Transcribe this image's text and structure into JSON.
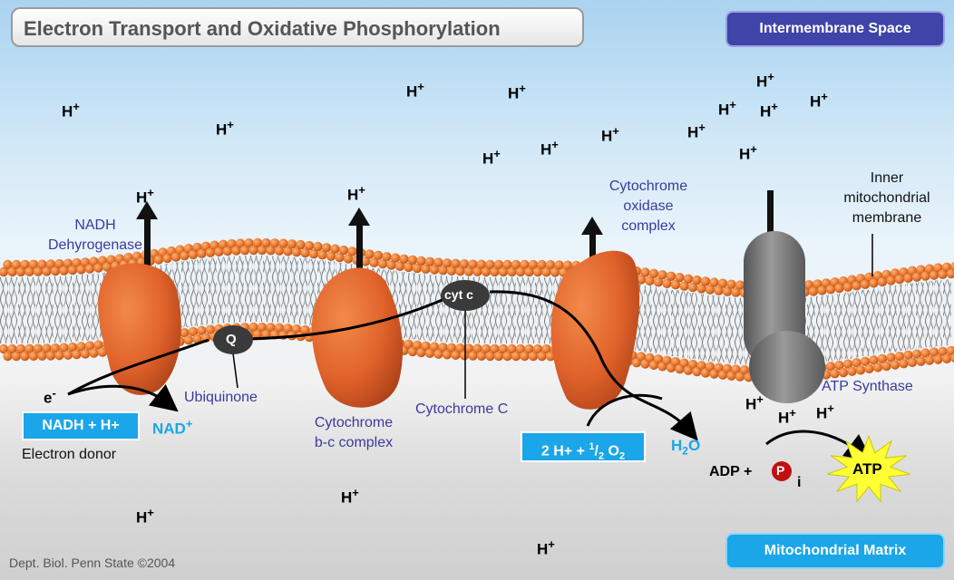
{
  "title": "Electron Transport and Oxidative Phosphorylation",
  "regions": {
    "intermembrane": "Intermembrane Space",
    "matrix": "Mitochondrial Matrix"
  },
  "proton": {
    "base": "H",
    "charge": "+"
  },
  "labels": {
    "nadh_dehydrogenase": [
      "NADH",
      "Dehyrogenase"
    ],
    "ubiquinone": "Ubiquinone",
    "q": "Q",
    "cytochrome_bc": [
      "Cytochrome",
      "b-c complex"
    ],
    "cyt_c": "cyt c",
    "cytochrome_c": "Cytochrome C",
    "cytochrome_oxidase": [
      "Cytochrome",
      "oxidase",
      "complex"
    ],
    "inner_membrane": [
      "Inner",
      "mitochondrial",
      "membrane"
    ],
    "atp_synthase": "ATP Synthase",
    "electron": {
      "base": "e",
      "charge": "-"
    },
    "nadh_h": "NADH + H+",
    "nad": {
      "base": "NAD",
      "charge": "+"
    },
    "electron_donor": "Electron donor",
    "oxygen_eq": {
      "lead": "2 H+ + ",
      "num": "1",
      "den": "2",
      "tail": " O",
      "sub": "2"
    },
    "water": {
      "base": "H",
      "sub": "2",
      "tail": "O"
    },
    "adp": "ADP + ",
    "phosphate": "P",
    "phosphate_sub": "i",
    "atp": "ATP"
  },
  "credit": "Dept. Biol. Penn State ©2004",
  "colors": {
    "protein": "#e0622a",
    "atp_synthase": "#7a7a7a",
    "intermembrane_badge": "#3e44a8",
    "matrix_badge": "#1aa6e8",
    "membrane_head": "#e8782e"
  }
}
